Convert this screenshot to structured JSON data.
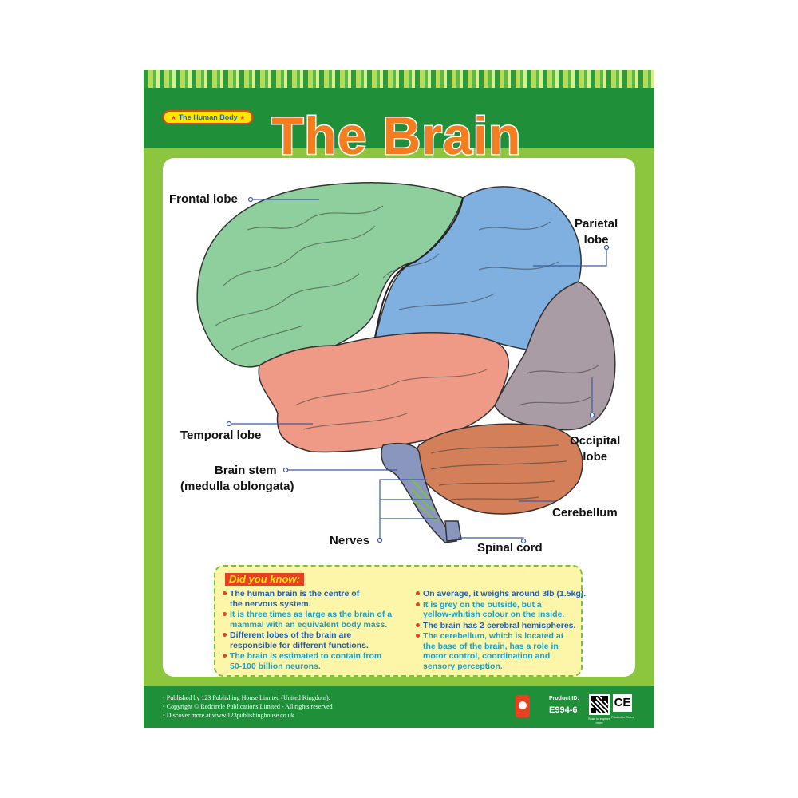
{
  "series_badge": "The Human Body",
  "title": "The Brain",
  "labels": {
    "frontal_lobe": "Frontal lobe",
    "parietal_lobe": [
      "Parietal",
      "lobe"
    ],
    "temporal_lobe": "Temporal lobe",
    "occipital_lobe": [
      "Occipital",
      "lobe"
    ],
    "brain_stem": [
      "Brain stem",
      "(medulla oblongata)"
    ],
    "cerebellum": "Cerebellum",
    "nerves": "Nerves",
    "spinal_cord": "Spinal cord"
  },
  "colors": {
    "frontal": "#8fcf9e",
    "parietal": "#7fb0e0",
    "temporal": "#ef9a86",
    "occipital": "#a99ca4",
    "cerebellum": "#d27f5a",
    "stem": "#8a96bd",
    "nerve": "#7ac143",
    "leader_line": "#3a5aa8"
  },
  "did_you_know": {
    "title": "Did you know:",
    "left": [
      [
        "The human brain is the centre of",
        "the nervous system."
      ],
      [
        "It is three times as large as the brain of a",
        "mammal with an equivalent body mass."
      ],
      [
        "Different lobes of the brain are",
        "responsible for different functions."
      ],
      [
        "The brain is estimated to contain from",
        "50-100 billion neurons."
      ]
    ],
    "right": [
      [
        "On average, it weighs around 3lb (1.5kg)."
      ],
      [
        "It is grey on the outside, but a",
        "yellow-whitish colour on the inside."
      ],
      [
        "The brain has 2 cerebral hemispheres."
      ],
      [
        "The cerebellum, which is located at",
        "the base of the brain, has a role in",
        "motor control, coordination and",
        "sensory perception."
      ]
    ]
  },
  "footer": {
    "credits": [
      "• Published by 123 Publishing House Limited (United Kingdom).",
      "• Copyright © Redcircle Publications Limited - All rights reserved",
      "• Discover more at www.123publishinghouse.co.uk"
    ],
    "product_id_label": "Product ID:",
    "product_id": "E994-6",
    "qr_caption": "Scan to explore more",
    "ce_mark": "CE",
    "made_in": "Printed in China"
  }
}
